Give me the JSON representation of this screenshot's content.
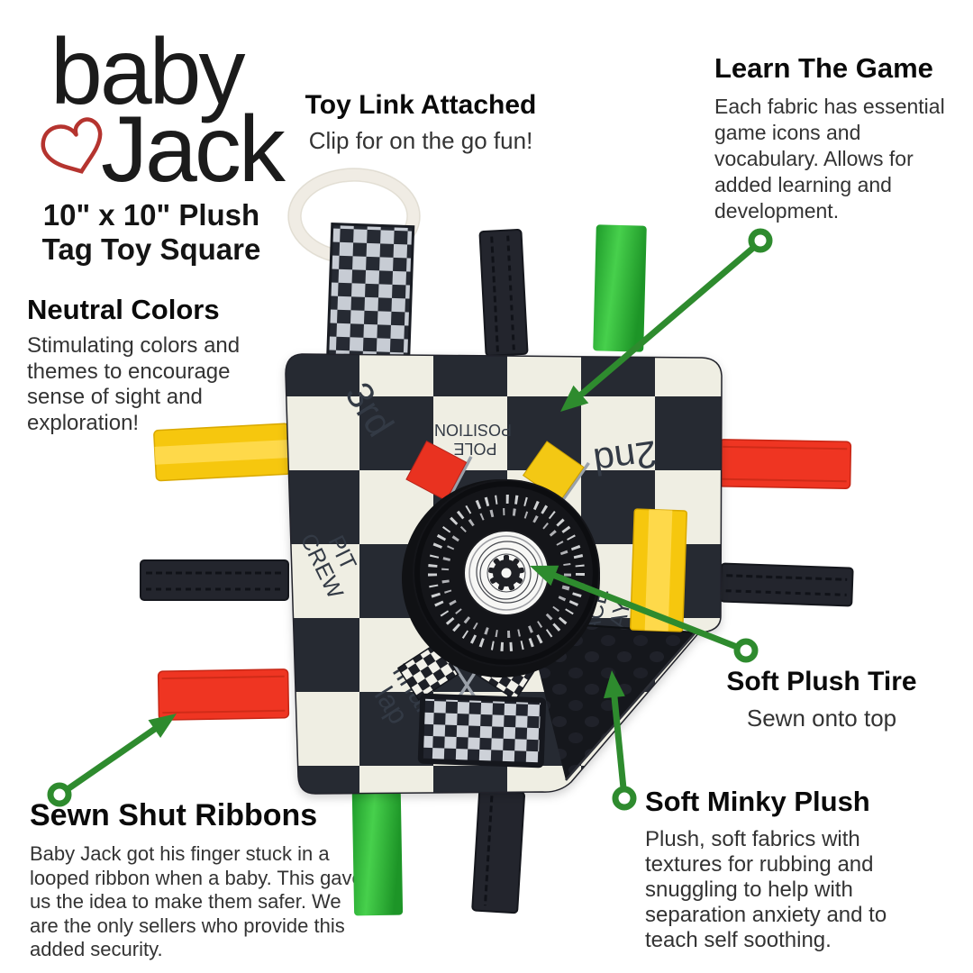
{
  "brand": {
    "logo_word_1": "baby",
    "logo_word_2": "Jack",
    "size_line": "10\" x 10\"  Plush",
    "type_line": "Tag Toy Square"
  },
  "callouts": {
    "toy_link": {
      "title": "Toy Link Attached",
      "body": [
        "Clip for on the go fun!"
      ]
    },
    "learn_game": {
      "title": "Learn The Game",
      "body": [
        "Each fabric has essential",
        "game icons and",
        "vocabulary. Allows for",
        "added learning and",
        "development."
      ]
    },
    "neutral_colors": {
      "title": "Neutral Colors",
      "body": [
        "Stimulating colors and",
        "themes to encourage",
        "sense of sight and",
        "exploration!"
      ]
    },
    "plush_tire": {
      "title": "Soft Plush Tire",
      "body": [
        "Sewn onto top"
      ]
    },
    "minky_plush": {
      "title": "Soft Minky Plush",
      "body": [
        "Plush, soft fabrics with",
        "textures for rubbing and",
        "snuggling to help with",
        "separation anxiety and to",
        "teach self soothing."
      ]
    },
    "sewn_ribbons": {
      "title": "Sewn Shut Ribbons",
      "body": [
        "Baby Jack got  his finger stuck in a",
        "looped ribbon when a baby. This gave",
        "us the idea to make them safer.  We",
        "are the only sellers who provide this",
        "added security."
      ]
    }
  },
  "toy": {
    "labels": {
      "place_third": "3rd",
      "pole_line1": "POLE",
      "pole_line2": "POSITION",
      "place_second": "2nd",
      "pit_line1": "PIT",
      "pit_line2": "CREW",
      "race_line1": "RACE",
      "race_line2": "DAY",
      "final_line1": "final",
      "final_line2": "lap"
    }
  },
  "colors": {
    "accent_green": "#2e8b2e",
    "heart_red": "#b5342f",
    "ribbon_red": "#ef3522",
    "ribbon_yellow": "#f6c70e",
    "ribbon_green": "#2db338",
    "fabric_dark": "#262a33",
    "fabric_light": "#efeee3",
    "tire_black": "#141519"
  }
}
